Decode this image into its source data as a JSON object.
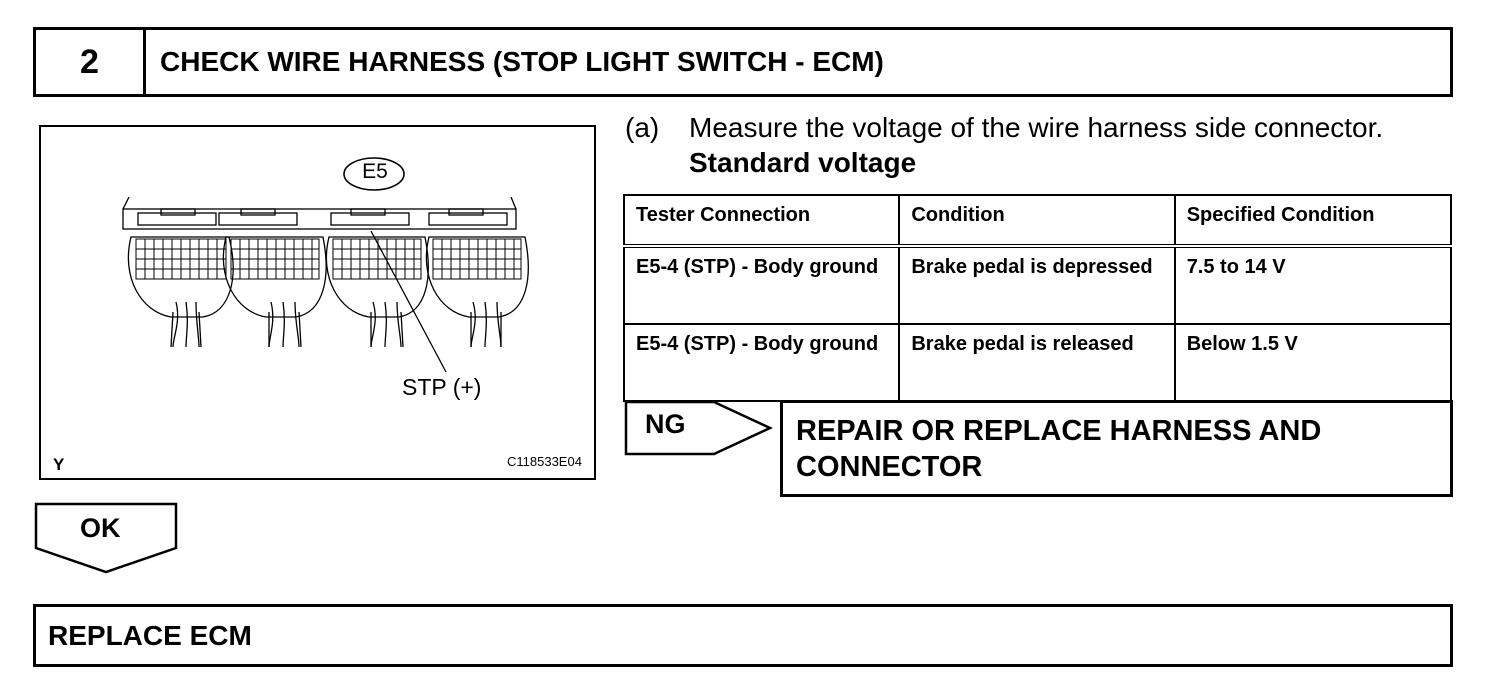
{
  "step": {
    "number": "2",
    "title": "CHECK WIRE HARNESS (STOP LIGHT SWITCH - ECM)"
  },
  "figure": {
    "connector_label": "E5",
    "terminal_label": "STP (+)",
    "corner_code": "Y",
    "image_code": "C118533E04"
  },
  "instruction": {
    "marker": "(a)",
    "text": "Measure the voltage of the wire harness side connector.",
    "standard_title": "Standard voltage"
  },
  "table": {
    "headers": [
      "Tester Connection",
      "Condition",
      "Specified Condition"
    ],
    "rows": [
      [
        "E5-4 (STP) - Body ground",
        "Brake pedal is depressed",
        "7.5 to 14 V"
      ],
      [
        "E5-4 (STP) - Body ground",
        "Brake pedal is released",
        "Below 1.5 V"
      ]
    ]
  },
  "ng": {
    "label": "NG",
    "result": "REPAIR OR REPLACE HARNESS AND CONNECTOR"
  },
  "ok": {
    "label": "OK",
    "result": "REPLACE ECM"
  }
}
